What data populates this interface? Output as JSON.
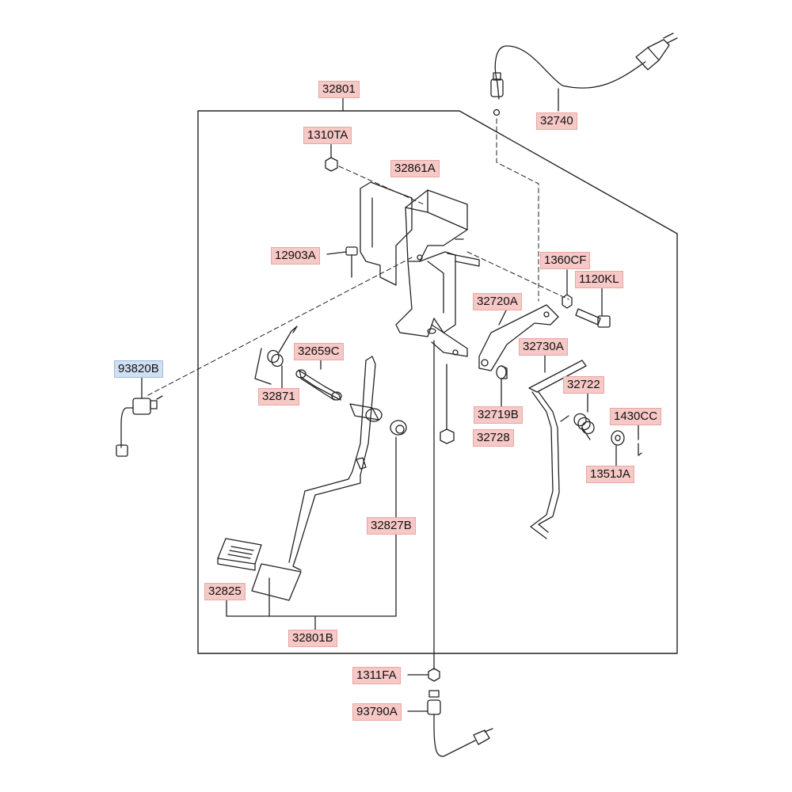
{
  "diagram": {
    "colors": {
      "part_label_fill": "#f6c8c6",
      "highlight_label_fill": "#cfe0f3",
      "line_color": "#222222"
    },
    "labels": {
      "p32801": "32801",
      "p32740": "32740",
      "p1310TA": "1310TA",
      "p32861A": "32861A",
      "p12903A": "12903A",
      "p1360CF": "1360CF",
      "p1120KL": "1120KL",
      "p32720A": "32720A",
      "p32730A": "32730A",
      "p93820B": "93820B",
      "p32659C": "32659C",
      "p32871": "32871",
      "p32722": "32722",
      "p32719B": "32719B",
      "p1430CC": "1430CC",
      "p32728": "32728",
      "p1351JA": "1351JA",
      "p32827B": "32827B",
      "p32825": "32825",
      "p32801B": "32801B",
      "p1311FA": "1311FA",
      "p93790A": "93790A"
    }
  }
}
